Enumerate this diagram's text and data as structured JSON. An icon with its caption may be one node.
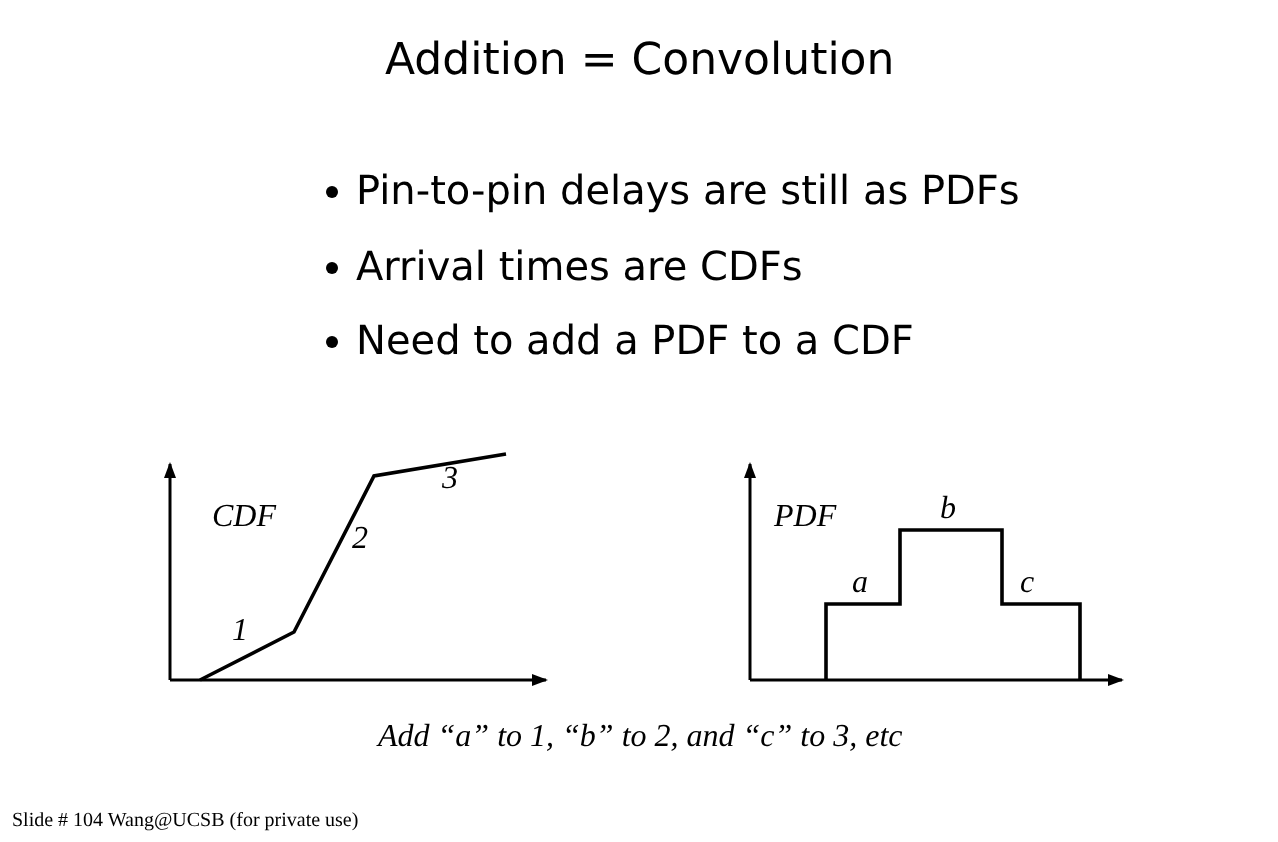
{
  "diagram": {
    "title": "Addition = Convolution",
    "caption": "Add “a” to 1, “b” to 2, and “c” to 3, etc",
    "labels": [
      "Pin-to-pin delays are still as PDFs",
      "Arrival times are CDFs",
      "Need to add a PDF to a CDF",
      "CDF",
      "3",
      "2",
      "1",
      "PDF",
      "b",
      "a",
      "c",
      "Slide # 104 Wang@UCSB (for private use)"
    ]
  }
}
